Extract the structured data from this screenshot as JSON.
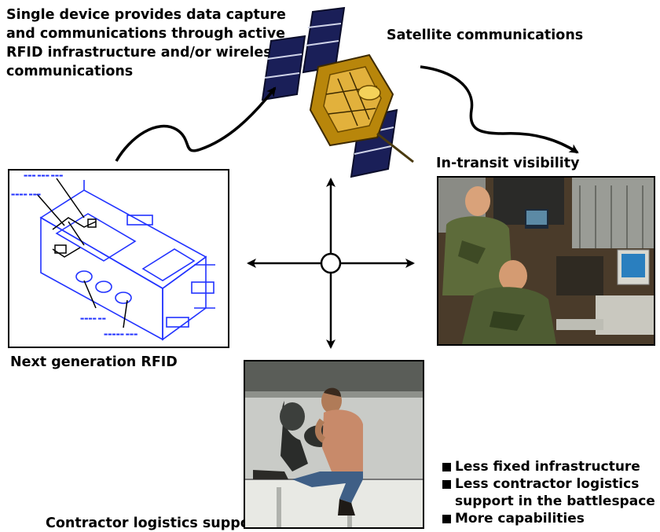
{
  "intro": {
    "line1": "Single device provides data capture",
    "line2": "and communications through active",
    "line3": "RFID infrastructure and/or wireless",
    "line4": "communications"
  },
  "labels": {
    "satellite": "Satellite communications",
    "in_transit": "In-transit visibility",
    "rfid": "Next generation RFID",
    "contractor": "Contractor logistics support"
  },
  "bullets": [
    {
      "line1": "Less fixed infrastructure"
    },
    {
      "line1": "Less contractor logistics",
      "line2": "support in the battlespace"
    },
    {
      "line1": "More capabilities"
    }
  ]
}
